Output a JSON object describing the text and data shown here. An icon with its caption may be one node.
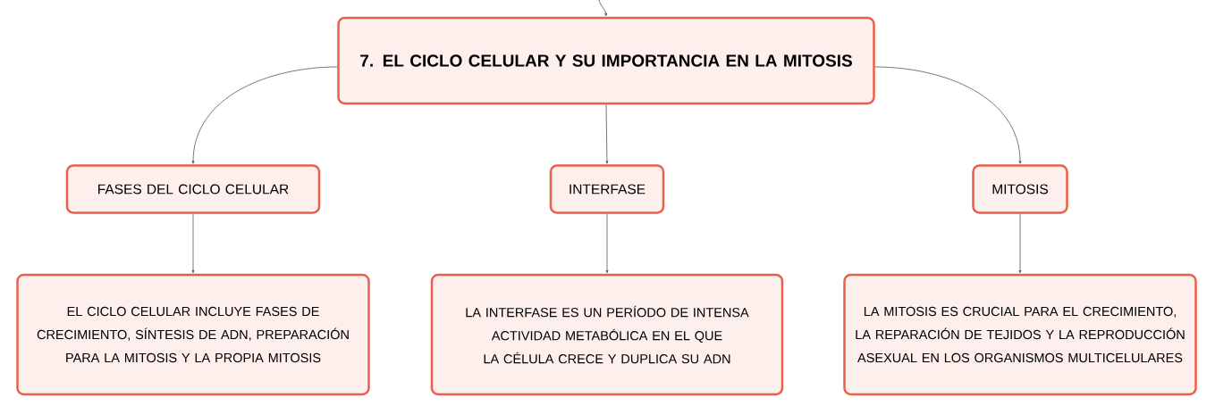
{
  "diagram": {
    "nodes": [
      {
        "text": [
          "7. EL CICLO CELULAR Y SU IMPORTANCIA EN LA MITOSIS"
        ]
      },
      {
        "text": [
          "FASES DEL CICLO CELULAR"
        ]
      },
      {
        "text": [
          "INTERFASE"
        ]
      },
      {
        "text": [
          "MITOSIS"
        ]
      },
      {
        "text": [
          "EL CICLO CELULAR INCLUYE FASES DE CRECIMIENTO, SÍNTESIS DE ADN, PREPARACIÓN PARA LA MITOSIS Y LA PROPIA MITOSIS"
        ]
      },
      {
        "text": [
          "LA INTERFASE ES UN PERÍODO DE INTENSA ACTIVIDAD METABÓLICA EN EL QUE LA CÉLULA CRECE Y DUPLICA SU ADN"
        ]
      },
      {
        "text": [
          "LA MITOSIS ES CRUCIAL PARA EL CRECIMIENTO, LA REPARACIÓN DE TEJIDOS Y LA REPRODUCCIÓN ASEXUAL EN LOS ORGANISMOS MULTICELULARES"
        ]
      }
    ],
    "edges": [
      {
        "from": null,
        "to": 0,
        "arrow": "to"
      },
      {
        "from": 0,
        "to": 1,
        "arrow": "to"
      },
      {
        "from": 0,
        "to": 2,
        "arrow": "to"
      },
      {
        "from": 0,
        "to": 3,
        "arrow": "to"
      },
      {
        "from": 1,
        "to": 4,
        "arrow": "to"
      },
      {
        "from": 2,
        "to": 5,
        "arrow": "to"
      },
      {
        "from": 3,
        "to": 6,
        "arrow": "to"
      }
    ]
  }
}
